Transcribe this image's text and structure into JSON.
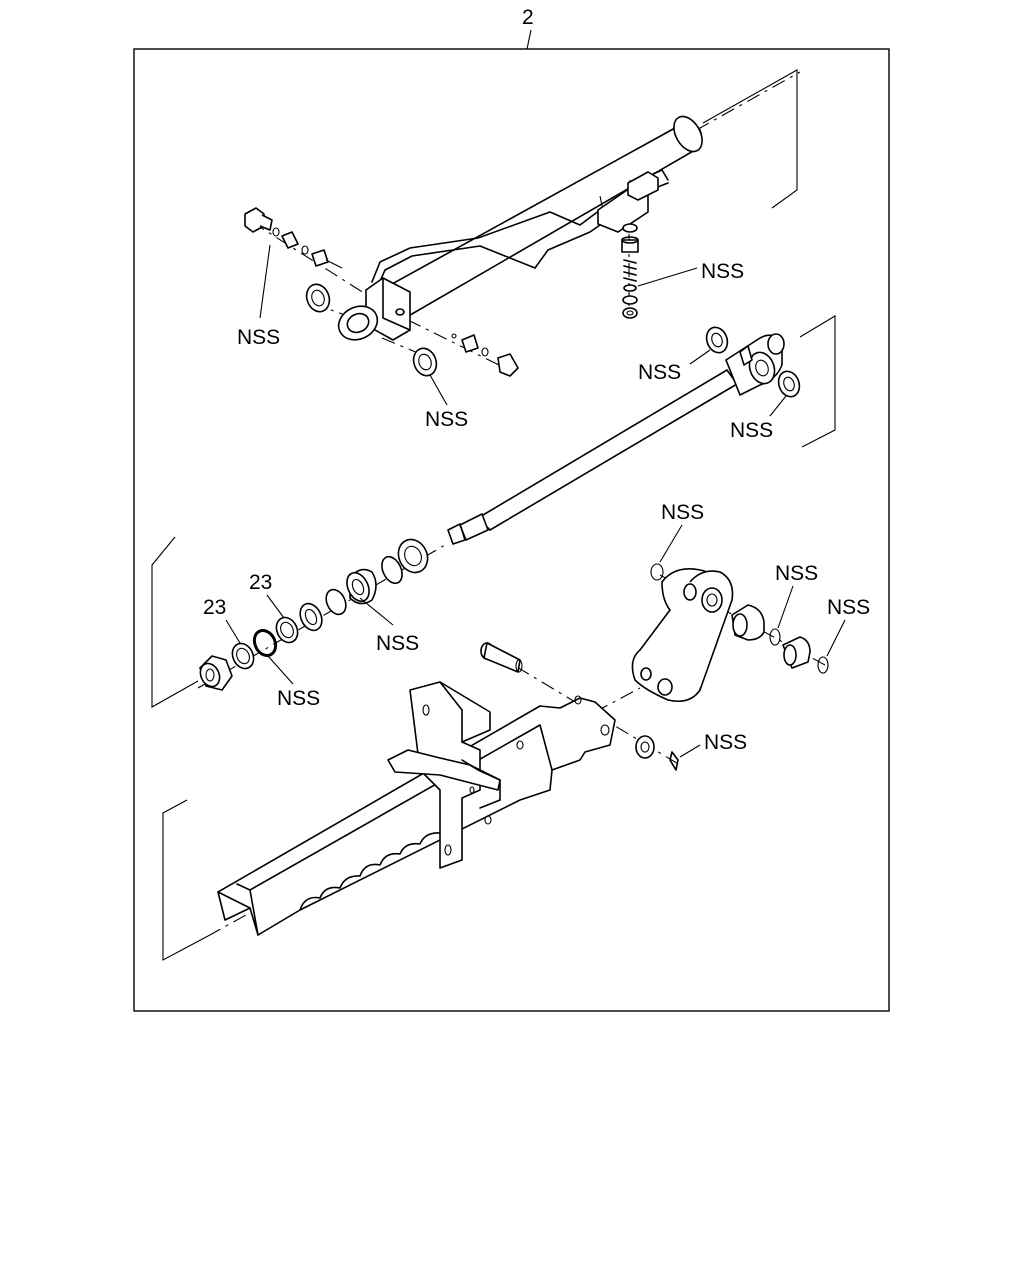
{
  "diagram": {
    "ref_number": "2",
    "labels": {
      "nss_upper_left": "NSS",
      "nss_upper_mid": "NSS",
      "nss_valve": "NSS",
      "nss_shaft_seal": "NSS",
      "nss_shaft_seal_lower": "NSS",
      "nss_piston_seals": "NSS",
      "part_23_a": "23",
      "part_23_b": "23",
      "nss_oring": "NSS",
      "nss_link_top": "NSS",
      "nss_bushing": "NSS",
      "nss_oring_right": "NSS",
      "nss_cotter_pin": "NSS"
    }
  }
}
